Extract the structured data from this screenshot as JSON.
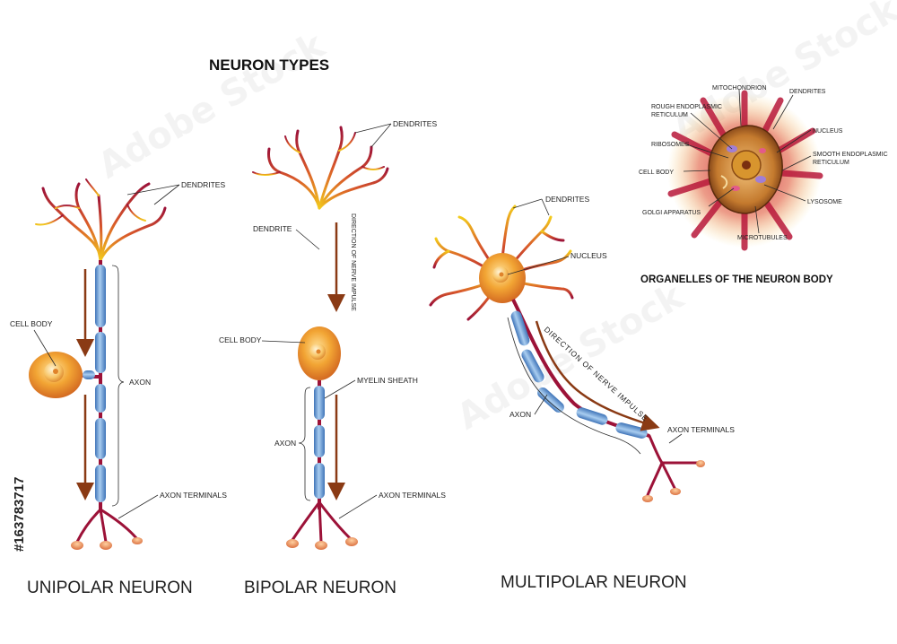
{
  "title": "NEURON TYPES",
  "organelles_title": "ORGANELLES OF THE NEURON BODY",
  "stock_id": "#163783717",
  "unipolar": {
    "name": "UNIPOLAR NEURON",
    "dendrites": "DENDRITES",
    "cell_body": "CELL BODY",
    "axon": "AXON",
    "axon_terminals": "AXON TERMINALS"
  },
  "bipolar": {
    "name": "BIPOLAR NEURON",
    "dendrites": "DENDRITES",
    "dendrite": "DENDRITE",
    "direction": "DIRECTION OF NERVE IMPULSE",
    "cell_body": "CELL BODY",
    "myelin_sheath": "MYELIN SHEATH",
    "axon": "AXON",
    "axon_terminals": "AXON TERMINALS"
  },
  "multipolar": {
    "name": "MULTIPOLAR NEURON",
    "dendrites": "DENDRITES",
    "nucleus": "NUCLEUS",
    "direction": "DIRECTION OF NERVE IMPULSE",
    "axon": "AXON",
    "axon_terminals": "AXON TERMINALS"
  },
  "organelles": {
    "mitochondrion": "MITOCHONDRION",
    "dendrites": "DENDRITES",
    "rough_er_1": "ROUGH ENDOPLASMIC",
    "rough_er_2": "RETICULUM",
    "ribosomes": "RIBOSOMES",
    "nucleus": "NUCLEUS",
    "smooth_er_1": "SMOOTH ENDOPLASMIC",
    "smooth_er_2": "RETICULUM",
    "cell_body": "CELL BODY",
    "lysosome": "LYSOSOME",
    "golgi": "GOLGI APPARATUS",
    "microtubules": "MICROTUBULES"
  },
  "colors": {
    "dendrite_base": "#a0163a",
    "dendrite_tip": "#f2c21a",
    "cell_body": "#e98a1a",
    "nucleus": "#f7cf7a",
    "myelin": "#6fa0d6",
    "axon": "#a0163a",
    "arrow": "#8a3a14",
    "terminal": "#e98a3a"
  },
  "icons": [
    "unipolar-neuron-illustration",
    "bipolar-neuron-illustration",
    "multipolar-neuron-illustration",
    "neuron-body-cross-section"
  ]
}
